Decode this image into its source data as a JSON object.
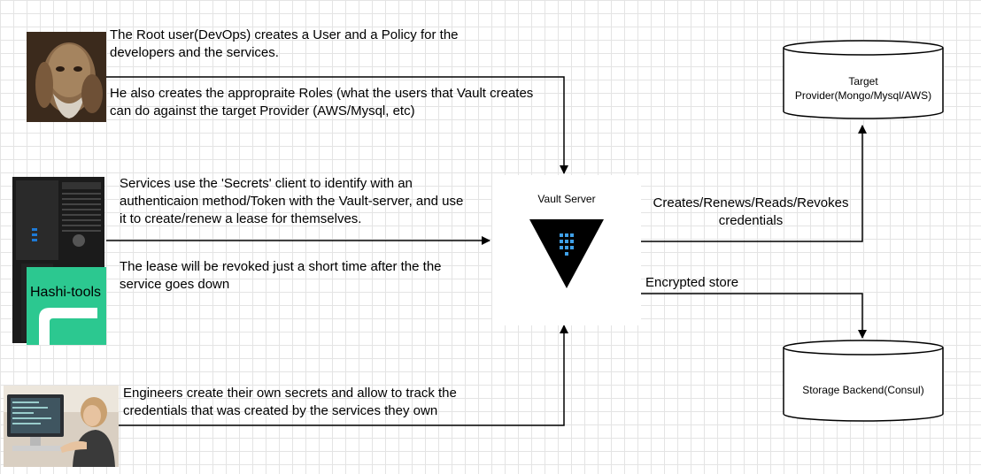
{
  "root_user": {
    "line1": "The Root user(DevOps) creates a User and a Policy for the developers and the services.",
    "line2": "He also creates the appropraite Roles (what the users that Vault creates can do against the target Provider (AWS/Mysql, etc)"
  },
  "services": {
    "line1": "Services use the 'Secrets' client to identify with an authenticaion method/Token with the Vault-server, and use it to create/renew a lease for themselves.",
    "line2": "The lease will be revoked just a short time after the the service goes down",
    "badge_label": "Hashi-tools"
  },
  "engineers": {
    "text": "Engineers create their own secrets and allow to track the credentials that was created by the services they own"
  },
  "vault": {
    "title": "Vault Server"
  },
  "edges": {
    "to_target": "Creates/Renews/Reads/Revokes credentials",
    "to_storage": "Encrypted store"
  },
  "target": {
    "label": "Target Provider(Mongo/Mysql/AWS)"
  },
  "storage": {
    "label": "Storage Backend(Consul)"
  }
}
